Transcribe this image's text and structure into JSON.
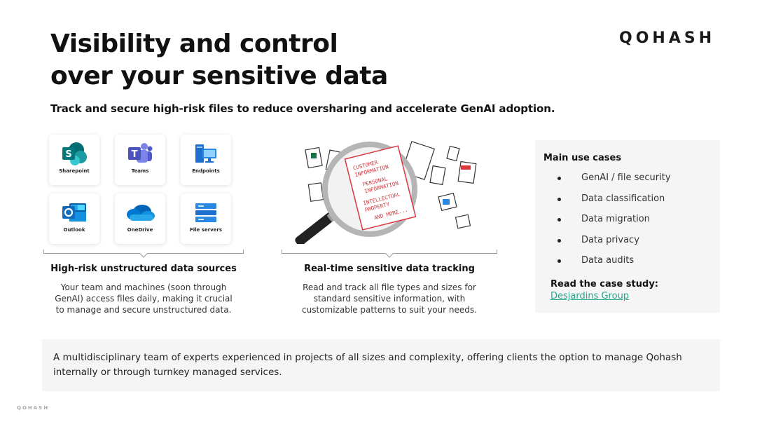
{
  "header": {
    "title_line1": "Visibility and control",
    "title_line2": "over your sensitive data",
    "subtitle": "Track and secure high-risk files to reduce oversharing and accelerate GenAI adoption.",
    "logo": "QOHASH"
  },
  "sources": {
    "tiles": [
      {
        "label": "Sharepoint",
        "icon": "sharepoint-icon"
      },
      {
        "label": "Teams",
        "icon": "teams-icon"
      },
      {
        "label": "Endpoints",
        "icon": "endpoints-icon"
      },
      {
        "label": "Outlook",
        "icon": "outlook-icon"
      },
      {
        "label": "OneDrive",
        "icon": "onedrive-icon"
      },
      {
        "label": "File servers",
        "icon": "file-servers-icon"
      }
    ],
    "heading": "High-risk unstructured data sources",
    "body_line1": "Your team and machines (soon through",
    "body_line2": "GenAI) access files daily, making it crucial",
    "body_line3": "to manage and secure unstructured data."
  },
  "tracking": {
    "magnifier_text": [
      "CUSTOMER",
      "INFORMATION",
      "PERSONAL",
      "INFORMATION",
      "INTELLECTUAL",
      "PROPERTY",
      "AND MORE..."
    ],
    "heading": "Real-time sensitive data tracking",
    "body_line1": "Read and track all file types and sizes for",
    "body_line2": "standard sensitive information, with",
    "body_line3": "customizable patterns to suit your needs."
  },
  "use_cases": {
    "title": "Main use cases",
    "items": [
      "GenAI / file security",
      "Data classification",
      "Data migration",
      "Data privacy",
      "Data audits"
    ],
    "case_study_label": "Read the case study:",
    "case_study_link": "Desjardins Group"
  },
  "bottom_text": "A multidisciplinary team of experts experienced in projects of all sizes and complexity, offering clients the option to manage Qohash internally or through turnkey managed services.",
  "footer_logo": "QOHASH",
  "colors": {
    "accent_green": "#2aa58a",
    "magnifier_red": "#d9363e",
    "panel_bg": "#f5f5f5"
  }
}
